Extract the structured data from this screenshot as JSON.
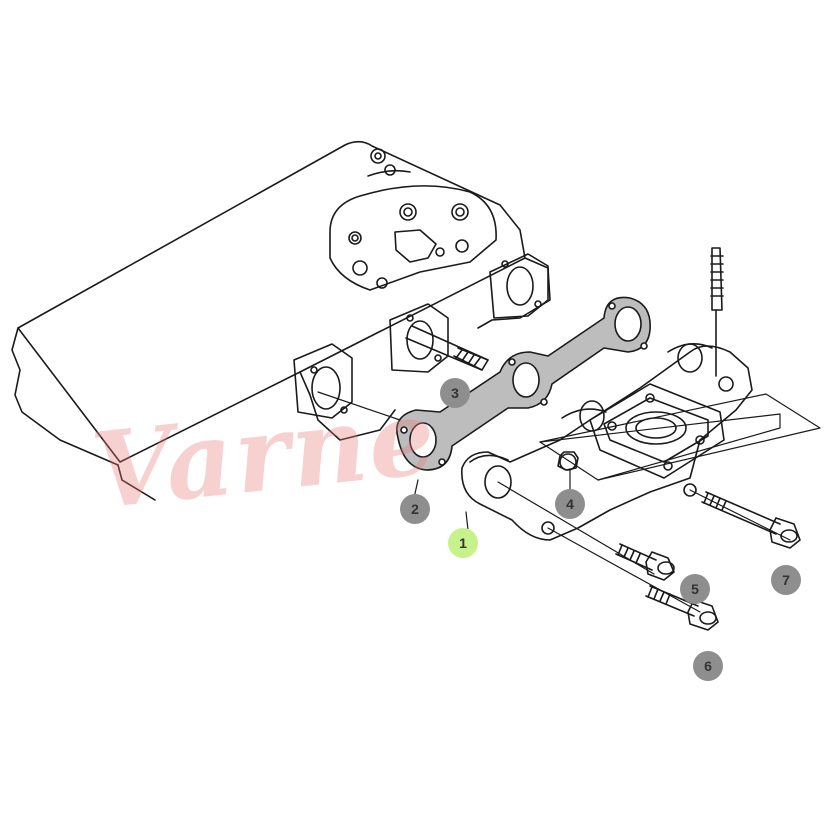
{
  "diagram": {
    "kind": "exploded-parts-view",
    "subject": "exhaust manifold assembly",
    "line_color": "#1a1a1a",
    "gasket_fill": "#bdbdbd",
    "callout_color": "#8e8e8e",
    "highlight_color": "#c5f28a"
  },
  "callouts": [
    {
      "id": "1",
      "label": "1",
      "highlighted": true
    },
    {
      "id": "2",
      "label": "2",
      "highlighted": false
    },
    {
      "id": "3",
      "label": "3",
      "highlighted": false
    },
    {
      "id": "4",
      "label": "4",
      "highlighted": false
    },
    {
      "id": "5",
      "label": "5",
      "highlighted": false
    },
    {
      "id": "6",
      "label": "6",
      "highlighted": false
    },
    {
      "id": "7",
      "label": "7",
      "highlighted": false
    }
  ],
  "watermark": {
    "text": "Varne",
    "color": "#e87878"
  }
}
